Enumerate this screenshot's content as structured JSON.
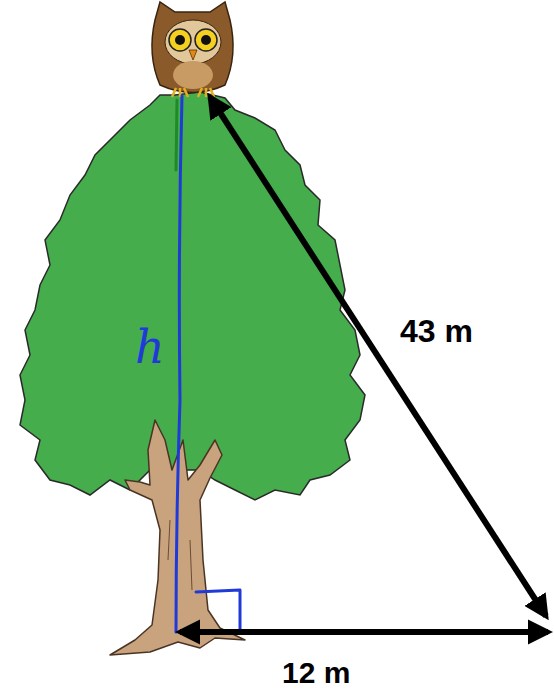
{
  "diagram": {
    "labels": [
      "h",
      "43 m",
      "12 m"
    ]
  }
}
